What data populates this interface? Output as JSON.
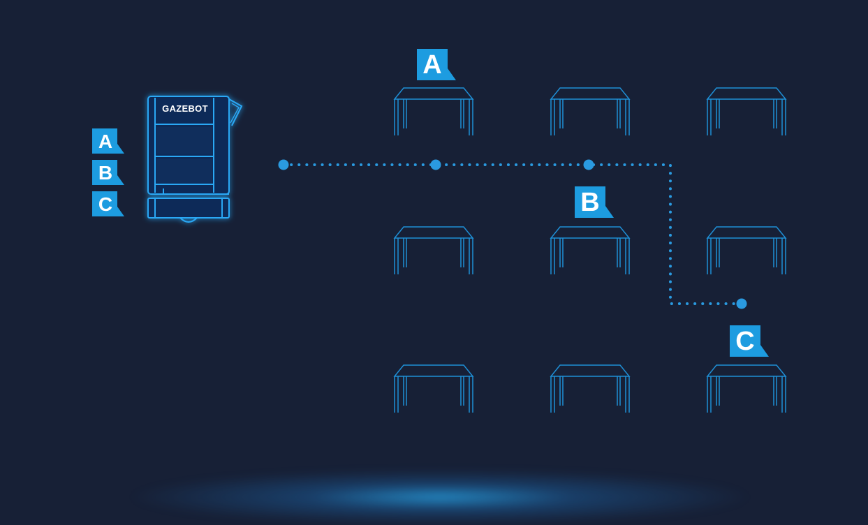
{
  "robot": {
    "brand_label": "GAZEBOT",
    "queue_labels": [
      "A",
      "B",
      "C"
    ]
  },
  "destinations": [
    {
      "label": "A"
    },
    {
      "label": "B"
    },
    {
      "label": "C"
    }
  ],
  "colors": {
    "background": "#172036",
    "accent": "#1d9ce0",
    "line": "#2b8fd6"
  },
  "icons": {
    "robot": "delivery-robot-icon",
    "table": "table-icon",
    "tag": "flag-tag-icon"
  }
}
